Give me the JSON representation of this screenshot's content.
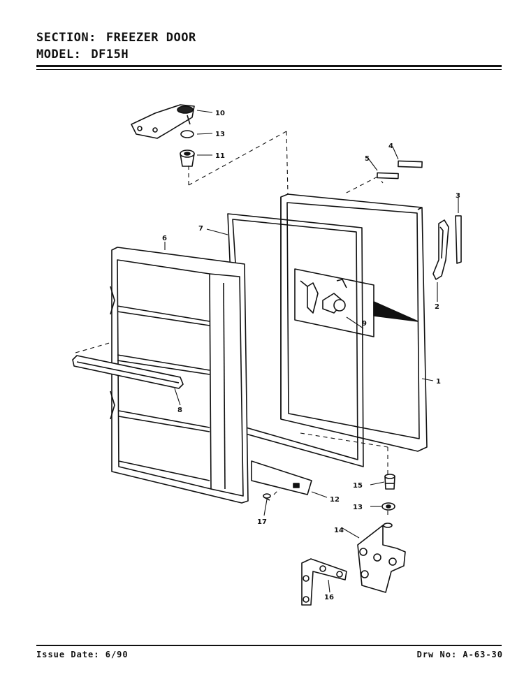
{
  "header": {
    "section_label": "SECTION:",
    "section_value": "FREEZER DOOR",
    "model_label": "MODEL:",
    "model_value": "DF15H"
  },
  "footer": {
    "issue_label": "Issue Date:",
    "issue_value": "6/90",
    "drawing_label": "Drw No:",
    "drawing_value": "A-63-30"
  },
  "callouts": {
    "outer_door_panel": "1",
    "handle": "2",
    "handle_trim": "3",
    "top_cap_a": "4",
    "top_cap_b": "5",
    "inner_door_liner": "6",
    "door_gasket": "7",
    "shelf_bar": "8",
    "latch_assembly": "9",
    "top_hinge": "10",
    "top_bushing": "11",
    "bottom_trim": "12",
    "top_washer": "13",
    "bottom_washer": "13",
    "bottom_hinge": "14",
    "hinge_pin": "15",
    "hinge_bracket": "16",
    "screw": "17"
  }
}
